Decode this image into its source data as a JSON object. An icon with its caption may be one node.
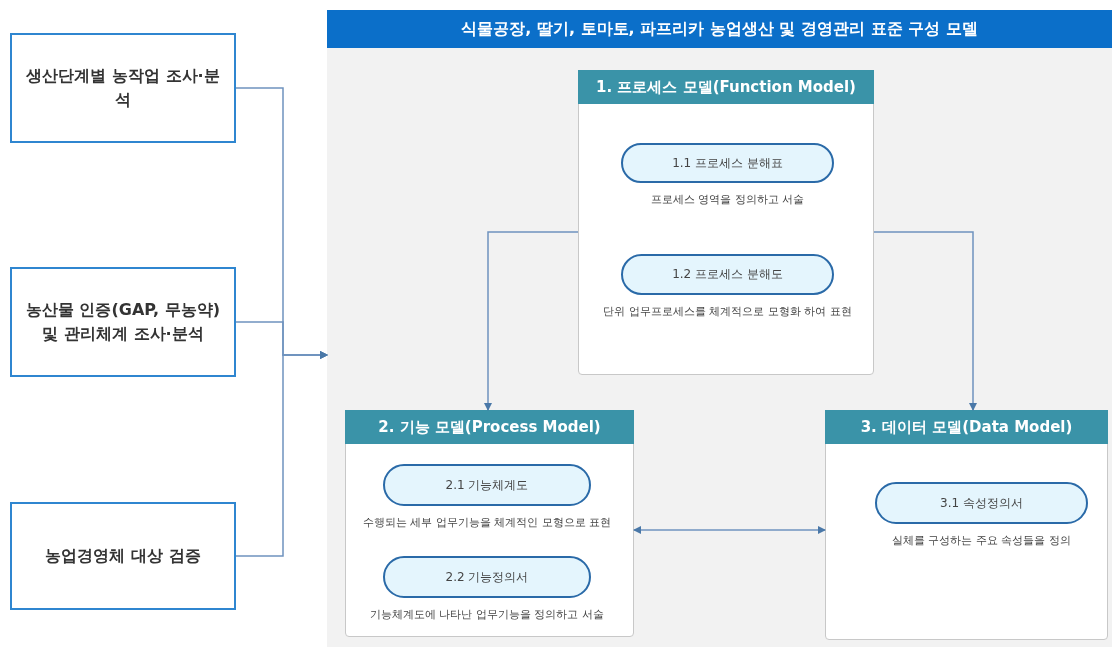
{
  "diagram": {
    "nodes": [
      {
        "text": [
          "생산단계별 농작업 조사·분석"
        ]
      },
      {
        "text": [
          "농산물 인증(GAP, 무농약) 및 관리체계 조사·분석"
        ]
      },
      {
        "text": [
          "농업경영체 대상 검증"
        ]
      },
      {
        "text": [
          "식물공장, 딸기, 토마토, 파프리카 농업생산 및 경영관리 표준 구성 모델"
        ]
      },
      {
        "text": [
          "1. 프로세스 모델(Function Model)"
        ],
        "in": 3
      },
      {
        "text": [
          "1.1 프로세스 분해표"
        ],
        "in": 4,
        "beside": [
          "프로세스 영역을 정의하고 서술"
        ]
      },
      {
        "text": [
          "1.2 프로세스 분해도"
        ],
        "in": 4,
        "beside": [
          "단위 업무프로세스를 체계적으로 모형화 하여 표현"
        ]
      },
      {
        "text": [
          "2. 기능 모델(Process Model)"
        ],
        "in": 3
      },
      {
        "text": [
          "2.1 기능체계도"
        ],
        "in": 7,
        "beside": [
          "수행되는 세부 업무기능을 체계적인 모형으로 표현"
        ]
      },
      {
        "text": [
          "2.2 기능정의서"
        ],
        "in": 7,
        "beside": [
          "기능체계도에 나타난 업무기능을 정의하고 서술"
        ]
      },
      {
        "text": [
          "3. 데이터 모델(Data Model)"
        ],
        "in": 3
      },
      {
        "text": [
          "3.1 속성정의서"
        ],
        "in": 10,
        "beside": [
          "실체를 구성하는 주요 속성들을 정의"
        ]
      }
    ],
    "edges": [
      {
        "from": 0,
        "to": 3,
        "arrow": "to"
      },
      {
        "from": 1,
        "to": 3,
        "arrow": "to"
      },
      {
        "from": 2,
        "to": 3,
        "arrow": "to"
      },
      {
        "from": 4,
        "to": 7,
        "arrow": "to"
      },
      {
        "from": 4,
        "to": 10,
        "arrow": "to"
      },
      {
        "from": 7,
        "to": 10,
        "arrow": "both"
      }
    ]
  }
}
